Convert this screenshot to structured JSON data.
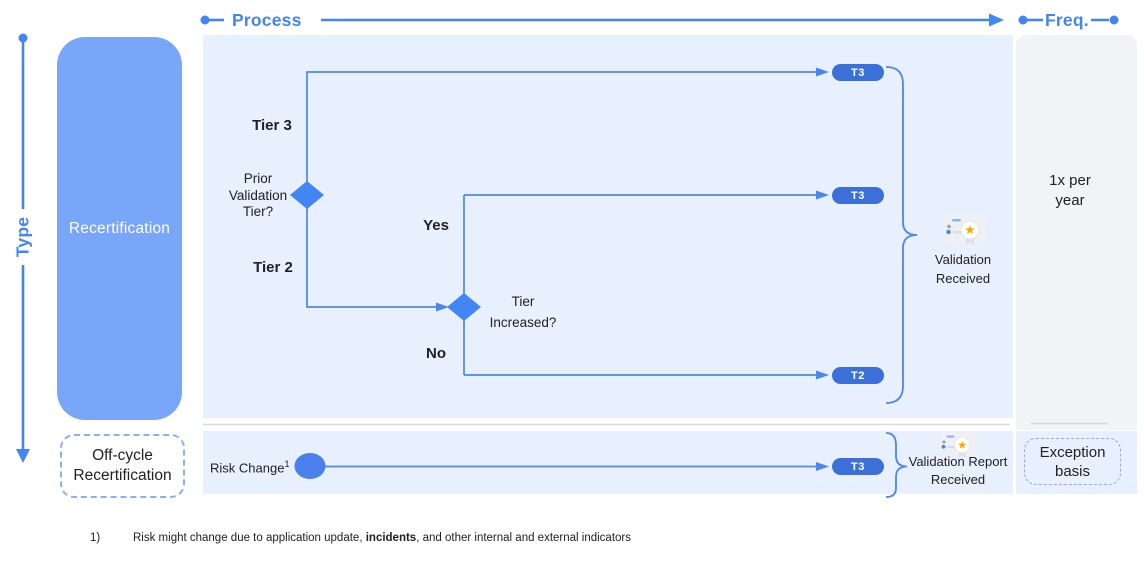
{
  "axes": {
    "process": "Process",
    "freq": "Freq.",
    "type": "Type"
  },
  "rows": [
    {
      "type_label": "Recertification",
      "frequency": "1x per year"
    },
    {
      "type_label": "Off-cycle Recertification",
      "frequency": "Exception basis"
    }
  ],
  "main_flow": {
    "decision1": {
      "question": "Prior Validation Tier?",
      "branch_top": "Tier 3",
      "branch_bottom": "Tier 2"
    },
    "decision2": {
      "question": "Tier Increased?",
      "branch_top": "Yes",
      "branch_bottom": "No"
    },
    "outcomes": {
      "top": "T3",
      "middle": "T3",
      "bottom": "T2"
    },
    "result": "Validation Received"
  },
  "offcycle_flow": {
    "trigger": "Risk Change",
    "trigger_sup": "1",
    "outcome": "T3",
    "result": "Validation Report Received"
  },
  "footnote": {
    "marker": "1)",
    "pre": "Risk might change due to application update, ",
    "bold": "incidents",
    "post": ", and other internal and external indicators"
  },
  "icons": {
    "certificate": "certificate-award-icon"
  },
  "colors": {
    "primary_blue": "#4285f4",
    "pill_blue": "#3c70d9",
    "recert_fill": "#79a6f8",
    "panel_bg": "#e8f0fe",
    "freq_bg": "#f1f3f4",
    "text": "#202124",
    "star_orange": "#f9ab00",
    "dashed_border": "#88aff8",
    "divider": "#d8dadd"
  }
}
